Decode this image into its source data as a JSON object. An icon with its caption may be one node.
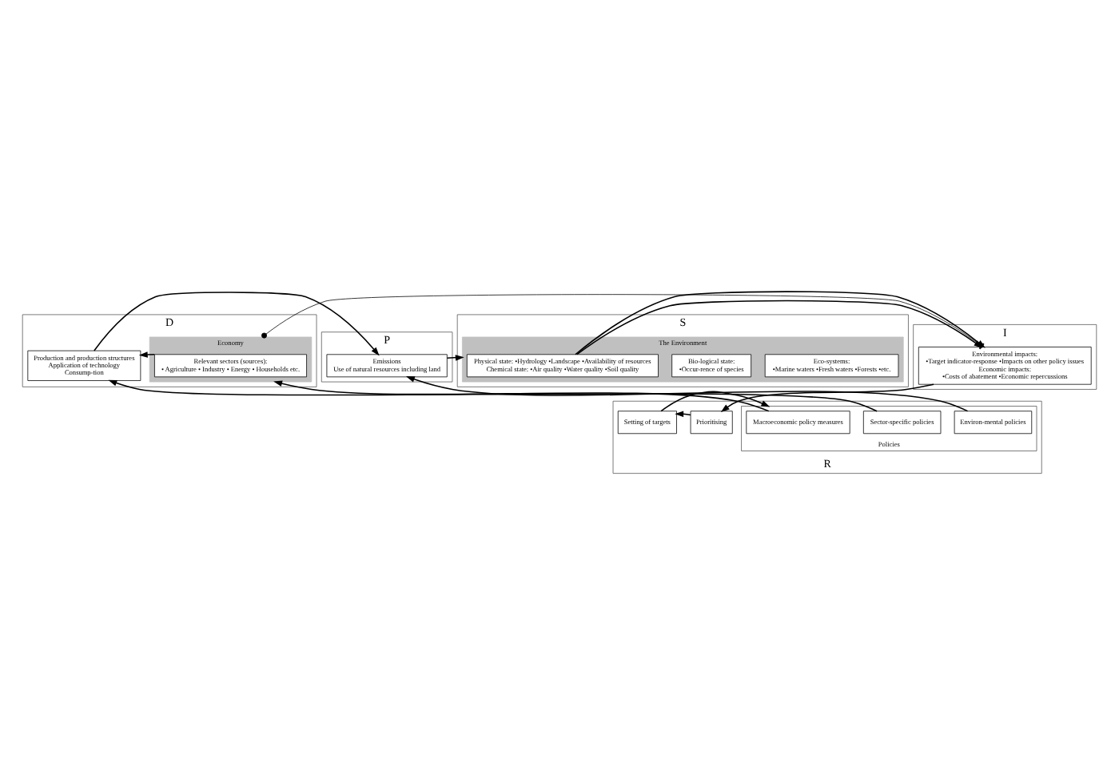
{
  "diagram": {
    "nodes": [
      {
        "text": [
          "D"
        ]
      },
      {
        "text": [
          "Economy"
        ],
        "in": 0
      },
      {
        "text": [
          "Relevant sectors (sources):",
          "• Agriculture • Industry • Energy • Households etc."
        ],
        "in": 1
      },
      {
        "text": [
          "Production and production structures",
          "Application of technology",
          "Consump-tion"
        ],
        "in": 0
      },
      {
        "text": [
          "P"
        ]
      },
      {
        "text": [
          "Emissions",
          "Use of natural resources including land"
        ],
        "in": 4
      },
      {
        "text": [
          "S"
        ]
      },
      {
        "text": [
          "The Environment"
        ],
        "in": 6
      },
      {
        "text": [
          "Physical state: •Hydrology •Landscape •Availability of resources",
          "Chemical state: •Air quality •Water quality •Soil quality"
        ],
        "in": 7
      },
      {
        "text": [
          "Bio-logical state:",
          "•Occur-rence of species"
        ],
        "in": 7
      },
      {
        "text": [
          "Eco-systems:",
          "•Marine waters •Fresh waters •Forests •etc."
        ],
        "in": 7
      },
      {
        "text": [
          "I"
        ]
      },
      {
        "text": [
          "Environmental impacts:",
          "•Target indicator-response •Impacts on other policy issues",
          "Economic impacts:",
          "•Costs of abatement •Economic repercussions"
        ],
        "in": 11
      },
      {
        "text": [
          "R"
        ]
      },
      {
        "text": [
          "Policies"
        ],
        "in": 13
      },
      {
        "text": [
          "Macroeconomic policy measures"
        ],
        "in": 14
      },
      {
        "text": [
          "Sector-specific policies"
        ],
        "in": 14
      },
      {
        "text": [
          "Environ-mental policies"
        ],
        "in": 14
      },
      {
        "text": [
          "Setting of targets"
        ],
        "in": 13
      },
      {
        "text": [
          "Prioritising"
        ],
        "in": 13
      }
    ],
    "edges": [
      {
        "from": 2,
        "to": 3,
        "arrow": "to"
      },
      {
        "from": 3,
        "to": 5,
        "arrow": "to"
      },
      {
        "from": 5,
        "to": 7,
        "arrow": "to"
      },
      {
        "from": 7,
        "to": 12,
        "arrow": "to"
      },
      {
        "from": 12,
        "to": 19,
        "arrow": "to"
      },
      {
        "from": 19,
        "to": 18,
        "arrow": "to"
      },
      {
        "from": 18,
        "to": 14,
        "arrow": "to"
      },
      {
        "from": 15,
        "to": 1,
        "arrow": "to"
      },
      {
        "from": 16,
        "to": 3,
        "arrow": "to"
      },
      {
        "from": 17,
        "to": 5,
        "arrow": "to"
      },
      {
        "from": 1,
        "to": 12,
        "arrow": "other"
      }
    ]
  }
}
